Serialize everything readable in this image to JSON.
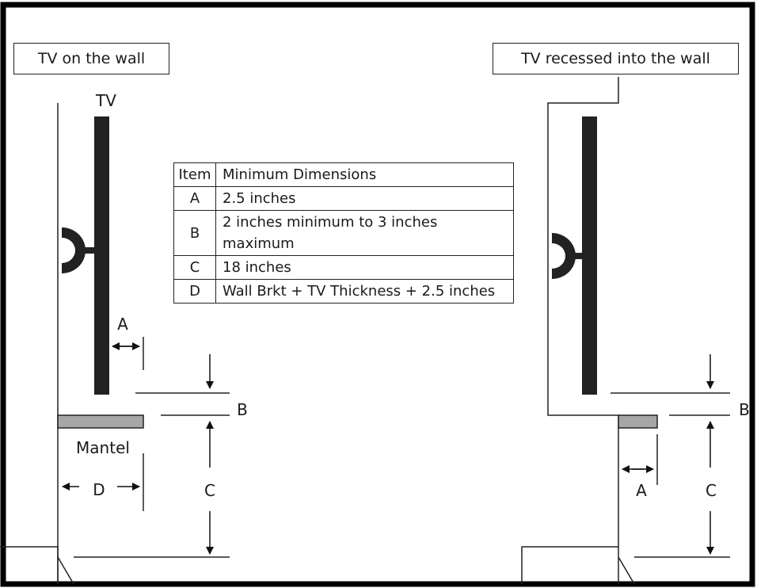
{
  "left_panel": {
    "title": "TV on the wall",
    "tv_label": "TV",
    "mantel_label": "Mantel",
    "dim_A": "A",
    "dim_B": "B",
    "dim_C": "C",
    "dim_D": "D"
  },
  "right_panel": {
    "title": "TV recessed into the wall",
    "dim_A": "A",
    "dim_B": "B",
    "dim_C": "C"
  },
  "table": {
    "header": [
      "Item",
      "Minimum Dimensions"
    ],
    "rows": [
      {
        "item": "A",
        "value": "2.5 inches"
      },
      {
        "item": "B",
        "value": "2 inches minimum to 3 inches maximum"
      },
      {
        "item": "C",
        "value": "18 inches"
      },
      {
        "item": "D",
        "value": "Wall Brkt + TV Thickness + 2.5 inches"
      }
    ]
  },
  "colors": {
    "tv": "#222222",
    "mantel": "#a6a6a6",
    "frame": "#000000"
  }
}
